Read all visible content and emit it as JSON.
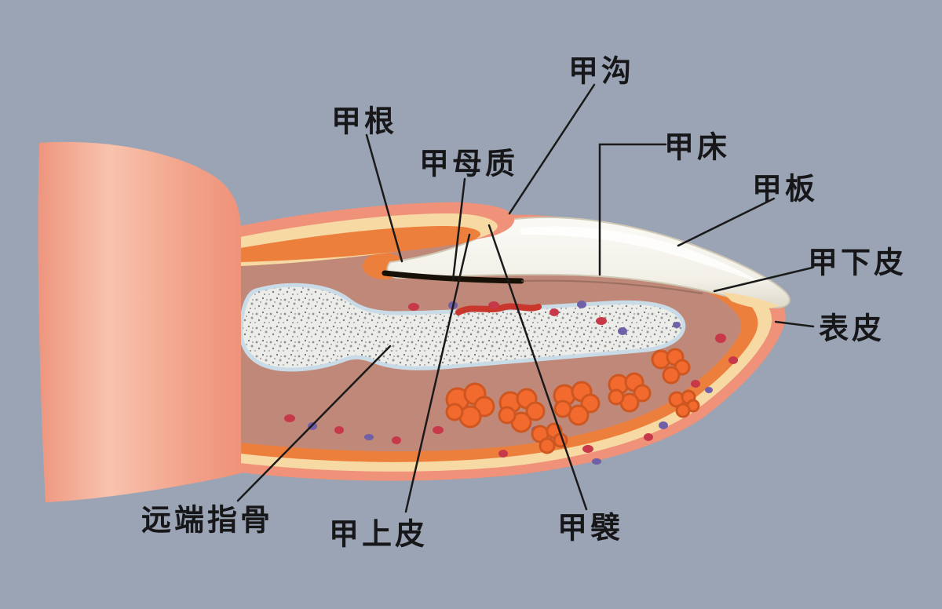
{
  "labels": [
    {
      "id": "nail-groove",
      "text": "甲沟"
    },
    {
      "id": "nail-root",
      "text": "甲根"
    },
    {
      "id": "nail-matrix",
      "text": "甲母质"
    },
    {
      "id": "nail-bed",
      "text": "甲床"
    },
    {
      "id": "nail-plate",
      "text": "甲板"
    },
    {
      "id": "hyponychium",
      "text": "甲下皮"
    },
    {
      "id": "epidermis",
      "text": "表皮"
    },
    {
      "id": "distal-phalanx",
      "text": "远端指骨"
    },
    {
      "id": "eponychium",
      "text": "甲上皮"
    },
    {
      "id": "nail-fold",
      "text": "甲襞"
    }
  ],
  "colors": {
    "background": "#9AA4B4",
    "skin": "#F0917A",
    "skin_light": "#F8C3AD",
    "dermis_cream": "#F7D9A4",
    "dermis_orange": "#ED7F3C",
    "nail_bed_tissue": "#C08878",
    "nail_plate": "#F4F2EA",
    "bone": "#ECECE8",
    "bone_outline": "#C9DBE7",
    "fat": "#F36A2E",
    "vessel_red": "#C73848",
    "vessel_purple": "#7060A8",
    "matrix_line": "#171007",
    "leader_line": "#1A1A1A"
  }
}
